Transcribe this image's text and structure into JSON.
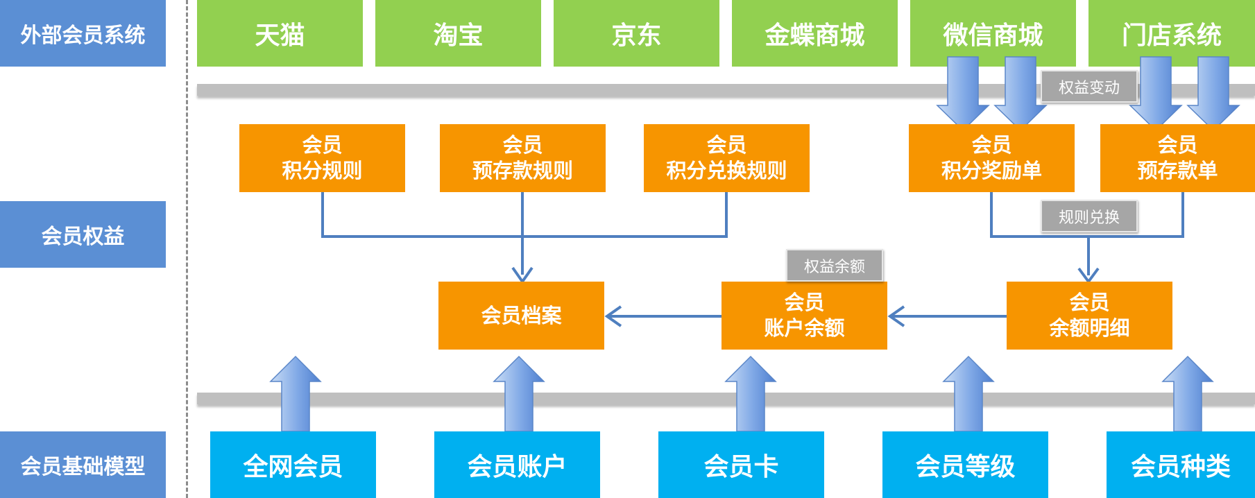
{
  "row_labels": {
    "external": "外部会员系统",
    "benefits": "会员权益",
    "base_model": "会员基础模型"
  },
  "external_systems": [
    "天猫",
    "淘宝",
    "京东",
    "金蝶商城",
    "微信商城",
    "门店系统"
  ],
  "rules": {
    "points_rule": [
      "会员",
      "积分规则"
    ],
    "deposit_rule": [
      "会员",
      "预存款规则"
    ],
    "exchange_rule": [
      "会员",
      "积分兑换规则"
    ],
    "points_reward": [
      "会员",
      "积分奖励单"
    ],
    "deposit_order": [
      "会员",
      "预存款单"
    ]
  },
  "core": {
    "profile": "会员档案",
    "balance": [
      "会员",
      "账户余额"
    ],
    "balance_detail": [
      "会员",
      "余额明细"
    ]
  },
  "tags": {
    "benefit_change": "权益变动",
    "rule_exchange": "规则兑换",
    "benefit_balance": "权益余额"
  },
  "base_models": [
    "全网会员",
    "会员账户",
    "会员卡",
    "会员等级",
    "会员种类"
  ],
  "colors": {
    "row_label": "#5b8fd4",
    "external": "#92d050",
    "benefit": "#f79500",
    "base": "#00b0f0",
    "connector": "#4f7fbf",
    "bar": "#bfbfbf",
    "tag": "#a6a6a6"
  }
}
